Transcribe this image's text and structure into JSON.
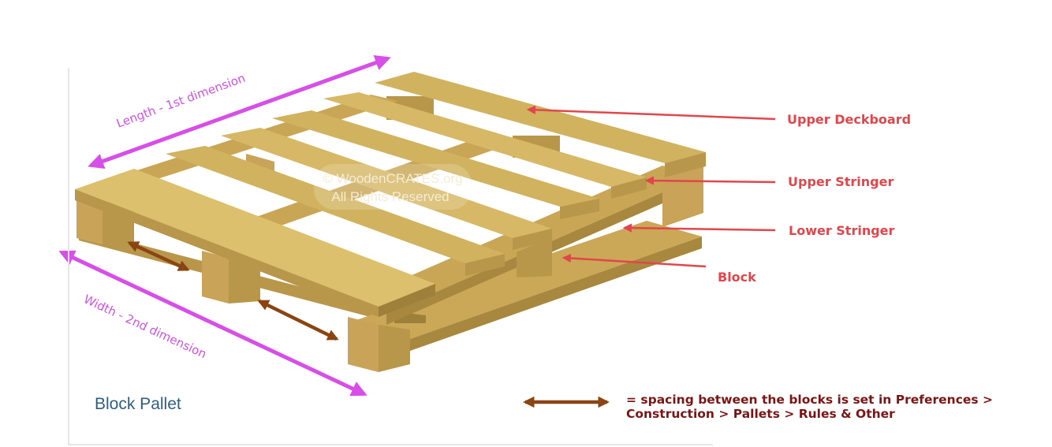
{
  "diagram": {
    "watermark": {
      "line1": "© WoodenCRATES.org",
      "line2": "All Rights Reserved"
    },
    "dimensions": {
      "length": "Length - 1st dimension",
      "width": "Width - 2nd dimension"
    },
    "parts": {
      "upper_deckboard": "Upper Deckboard",
      "upper_stringer": "Upper Stringer",
      "lower_stringer": "Lower Stringer",
      "block": "Block"
    },
    "caption": "Block Pallet",
    "legend": {
      "line1": "= spacing between the blocks is set in Preferences >",
      "line2": "Construction > Pallets > Rules & Other"
    }
  },
  "colors": {
    "wood_top": "#d1b25e",
    "wood_light": "#dcc06e",
    "wood_side": "#b8974a",
    "wood_dark": "#9f803b",
    "end_grain": "#c9a358",
    "dimension_arrow": "#d64fe6",
    "dimension_text": "#cf52e8",
    "part_arrow": "#e0464b",
    "spacing_arrow": "#8b4513",
    "legend_text": "#7a1515",
    "caption_text": "#2f5f7f"
  },
  "icons": {
    "dimension_arrow": "double-headed-arrow",
    "spacing_arrow": "double-headed-arrow",
    "part_pointer": "left-pointing-arrow"
  }
}
